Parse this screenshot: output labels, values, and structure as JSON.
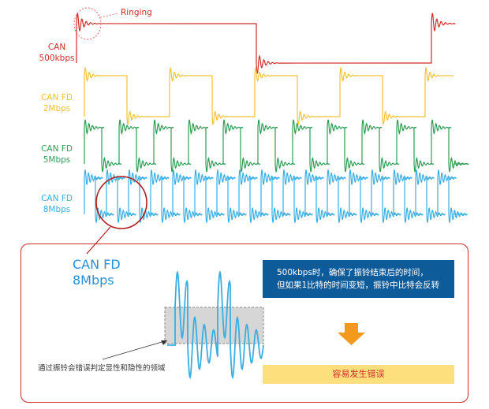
{
  "signals": [
    {
      "id": "can-500k",
      "label_line1": "CAN",
      "label_line2": "500kbps",
      "color": "#d12b2b"
    },
    {
      "id": "canfd-2m",
      "label_line1": "CAN FD",
      "label_line2": "2Mbps",
      "color": "#f2c230"
    },
    {
      "id": "canfd-5m",
      "label_line1": "CAN FD",
      "label_line2": "5Mbps",
      "color": "#2f9e55"
    },
    {
      "id": "canfd-8m",
      "label_line1": "CAN FD",
      "label_line2": "8Mbps",
      "color": "#3aaee0"
    }
  ],
  "annotation": {
    "ringing": "Ringing",
    "color": "#d12b2b"
  },
  "detail": {
    "title_line1": "CAN FD",
    "title_line2": "8Mbps",
    "explanation_line1": "500kbps时，确保了振铃结束后的时间，",
    "explanation_line2": "但如果1比特的时间变短，振铃中比特会反转",
    "result": "容易发生错误",
    "region_note": "通过振铃会错误判定显性和隐性的领域"
  },
  "colors": {
    "accent_blue": "#0e5b9a",
    "highlight_yellow": "#fde07d",
    "arrow_orange": "#f39a1e",
    "region_gray": "#cfcfcf"
  }
}
